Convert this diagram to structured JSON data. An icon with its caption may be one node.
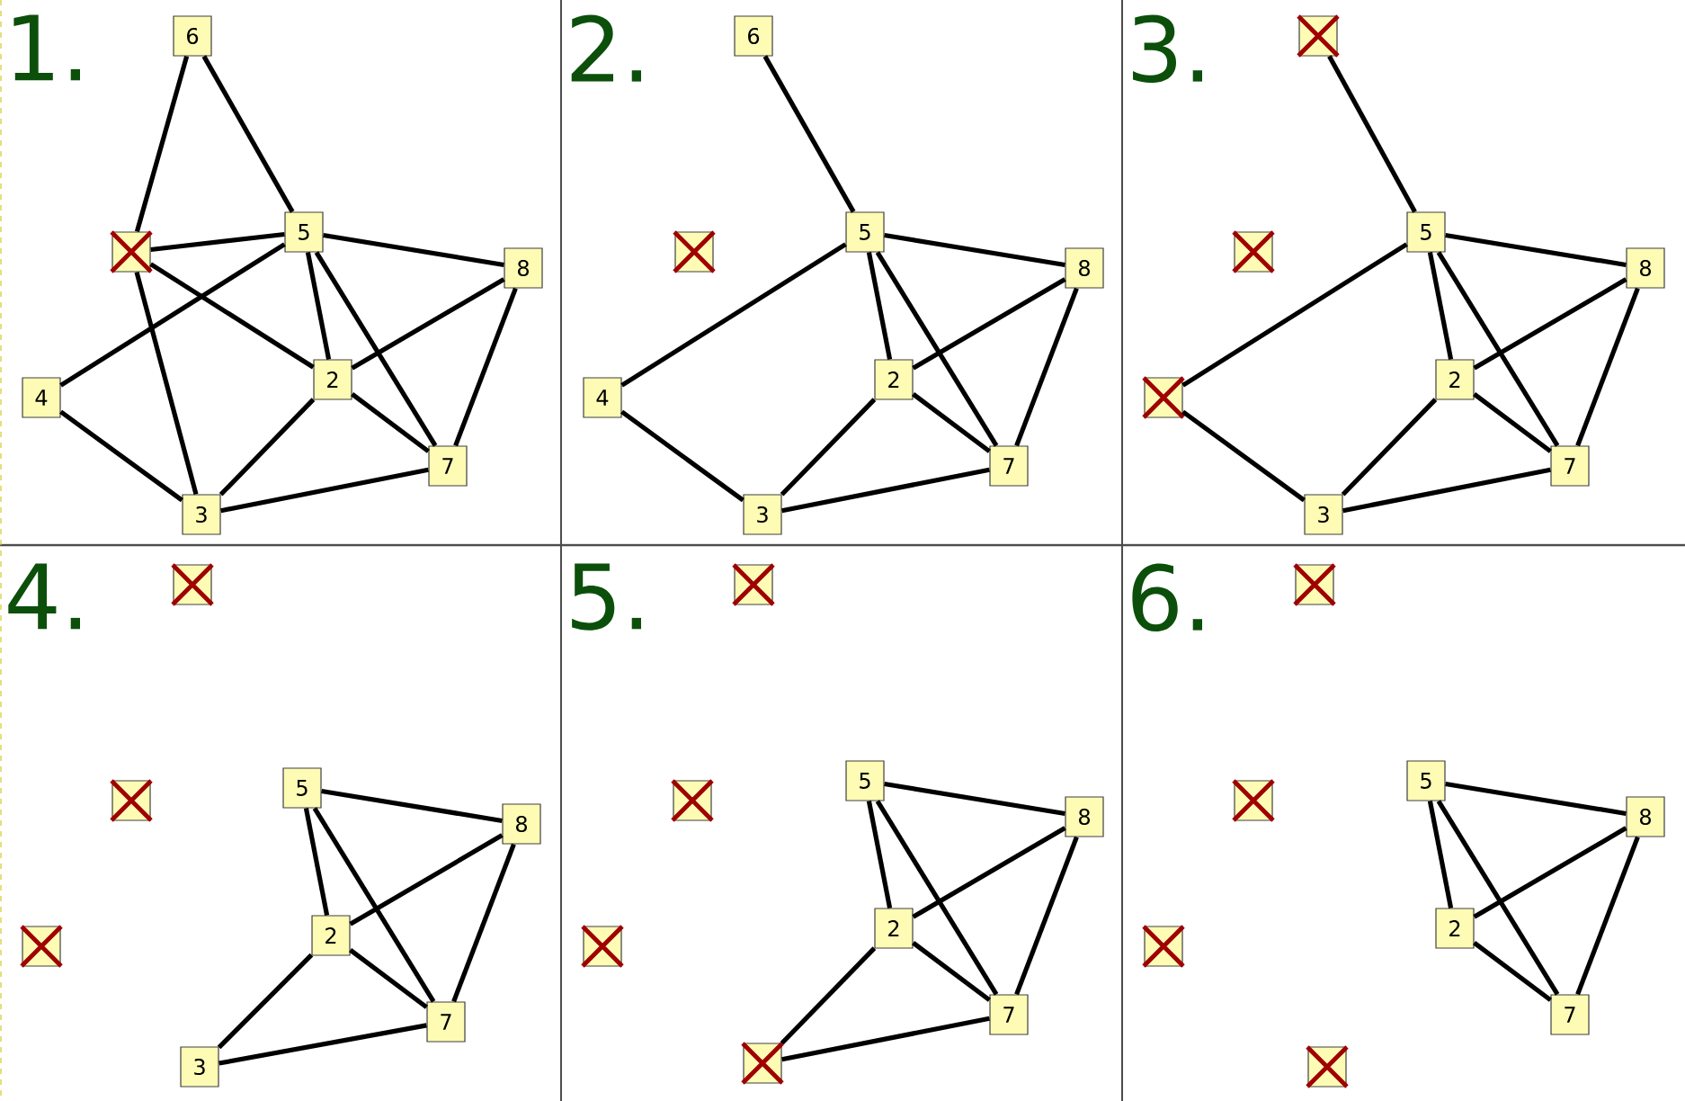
{
  "diagram": {
    "nodes": [
      {
        "text": [
          "6"
        ]
      },
      {
        "text": [
          "5"
        ]
      },
      {
        "text": [],
        "shape": "box"
      },
      {
        "text": [
          "8"
        ]
      },
      {
        "text": [
          "2"
        ]
      },
      {
        "text": [
          "4"
        ]
      },
      {
        "text": [
          "7"
        ]
      },
      {
        "text": [
          "3"
        ]
      },
      {
        "text": [
          "6"
        ]
      },
      {
        "text": [
          "5"
        ]
      },
      {
        "text": [],
        "shape": "box"
      },
      {
        "text": [
          "8"
        ]
      },
      {
        "text": [
          "2"
        ]
      },
      {
        "text": [
          "4"
        ]
      },
      {
        "text": [
          "7"
        ]
      },
      {
        "text": [
          "3"
        ]
      },
      {
        "text": [],
        "shape": "box"
      },
      {
        "text": [
          "5"
        ]
      },
      {
        "text": [],
        "shape": "box"
      },
      {
        "text": [
          "8"
        ]
      },
      {
        "text": [
          "2"
        ]
      },
      {
        "text": [],
        "shape": "box"
      },
      {
        "text": [
          "7"
        ]
      },
      {
        "text": [
          "3"
        ]
      },
      {
        "text": [],
        "shape": "box"
      },
      {
        "text": [
          "5"
        ]
      },
      {
        "text": [],
        "shape": "box"
      },
      {
        "text": [
          "8"
        ]
      },
      {
        "text": [
          "2"
        ]
      },
      {
        "text": [],
        "shape": "box"
      },
      {
        "text": [
          "7"
        ]
      },
      {
        "text": [
          "3"
        ]
      },
      {
        "text": [],
        "shape": "box"
      },
      {
        "text": [
          "5"
        ]
      },
      {
        "text": [],
        "shape": "box"
      },
      {
        "text": [
          "8"
        ]
      },
      {
        "text": [
          "2"
        ]
      },
      {
        "text": [],
        "shape": "box"
      },
      {
        "text": [
          "7"
        ]
      },
      {
        "text": [],
        "shape": "box"
      },
      {
        "text": [],
        "shape": "box"
      },
      {
        "text": [
          "5"
        ]
      },
      {
        "text": [],
        "shape": "box"
      },
      {
        "text": [
          "8"
        ]
      },
      {
        "text": [
          "2"
        ]
      },
      {
        "text": [],
        "shape": "box"
      },
      {
        "text": [
          "7"
        ]
      },
      {
        "text": [],
        "shape": "box"
      }
    ],
    "edges": [
      {
        "from": 0,
        "to": 2,
        "arrow": "none"
      },
      {
        "from": 0,
        "to": 1,
        "arrow": "none"
      },
      {
        "from": 2,
        "to": 1,
        "arrow": "none"
      },
      {
        "from": 2,
        "to": 4,
        "arrow": "none"
      },
      {
        "from": 2,
        "to": 7,
        "arrow": "none"
      },
      {
        "from": 1,
        "to": 5,
        "arrow": "none"
      },
      {
        "from": 1,
        "to": 4,
        "arrow": "none"
      },
      {
        "from": 1,
        "to": 6,
        "arrow": "none"
      },
      {
        "from": 1,
        "to": 3,
        "arrow": "none"
      },
      {
        "from": 3,
        "to": 4,
        "arrow": "none"
      },
      {
        "from": 3,
        "to": 6,
        "arrow": "none"
      },
      {
        "from": 5,
        "to": 7,
        "arrow": "none"
      },
      {
        "from": 7,
        "to": 4,
        "arrow": "none"
      },
      {
        "from": 7,
        "to": 6,
        "arrow": "none"
      },
      {
        "from": 4,
        "to": 6,
        "arrow": "none"
      },
      {
        "from": 8,
        "to": 9,
        "arrow": "none"
      },
      {
        "from": 9,
        "to": 13,
        "arrow": "none"
      },
      {
        "from": 9,
        "to": 11,
        "arrow": "none"
      },
      {
        "from": 9,
        "to": 12,
        "arrow": "none"
      },
      {
        "from": 9,
        "to": 14,
        "arrow": "none"
      },
      {
        "from": 11,
        "to": 12,
        "arrow": "none"
      },
      {
        "from": 11,
        "to": 14,
        "arrow": "none"
      },
      {
        "from": 13,
        "to": 15,
        "arrow": "none"
      },
      {
        "from": 15,
        "to": 12,
        "arrow": "none"
      },
      {
        "from": 15,
        "to": 14,
        "arrow": "none"
      },
      {
        "from": 12,
        "to": 14,
        "arrow": "none"
      },
      {
        "from": 16,
        "to": 17,
        "arrow": "none"
      },
      {
        "from": 17,
        "to": 21,
        "arrow": "none"
      },
      {
        "from": 17,
        "to": 19,
        "arrow": "none"
      },
      {
        "from": 17,
        "to": 20,
        "arrow": "none"
      },
      {
        "from": 17,
        "to": 22,
        "arrow": "none"
      },
      {
        "from": 19,
        "to": 20,
        "arrow": "none"
      },
      {
        "from": 19,
        "to": 22,
        "arrow": "none"
      },
      {
        "from": 21,
        "to": 23,
        "arrow": "none"
      },
      {
        "from": 23,
        "to": 20,
        "arrow": "none"
      },
      {
        "from": 23,
        "to": 22,
        "arrow": "none"
      },
      {
        "from": 20,
        "to": 22,
        "arrow": "none"
      },
      {
        "from": 25,
        "to": 27,
        "arrow": "none"
      },
      {
        "from": 25,
        "to": 28,
        "arrow": "none"
      },
      {
        "from": 25,
        "to": 30,
        "arrow": "none"
      },
      {
        "from": 27,
        "to": 28,
        "arrow": "none"
      },
      {
        "from": 27,
        "to": 30,
        "arrow": "none"
      },
      {
        "from": 31,
        "to": 28,
        "arrow": "none"
      },
      {
        "from": 31,
        "to": 30,
        "arrow": "none"
      },
      {
        "from": 28,
        "to": 30,
        "arrow": "none"
      },
      {
        "from": 33,
        "to": 35,
        "arrow": "none"
      },
      {
        "from": 33,
        "to": 36,
        "arrow": "none"
      },
      {
        "from": 33,
        "to": 38,
        "arrow": "none"
      },
      {
        "from": 35,
        "to": 36,
        "arrow": "none"
      },
      {
        "from": 35,
        "to": 38,
        "arrow": "none"
      },
      {
        "from": 39,
        "to": 36,
        "arrow": "none"
      },
      {
        "from": 39,
        "to": 38,
        "arrow": "none"
      },
      {
        "from": 36,
        "to": 38,
        "arrow": "none"
      },
      {
        "from": 41,
        "to": 43,
        "arrow": "none"
      },
      {
        "from": 41,
        "to": 44,
        "arrow": "none"
      },
      {
        "from": 41,
        "to": 46,
        "arrow": "none"
      },
      {
        "from": 43,
        "to": 44,
        "arrow": "none"
      },
      {
        "from": 43,
        "to": 46,
        "arrow": "none"
      },
      {
        "from": 44,
        "to": 46,
        "arrow": "none"
      }
    ],
    "labels": [
      "1.",
      "2.",
      "3.",
      "4.",
      "5.",
      "6."
    ]
  }
}
